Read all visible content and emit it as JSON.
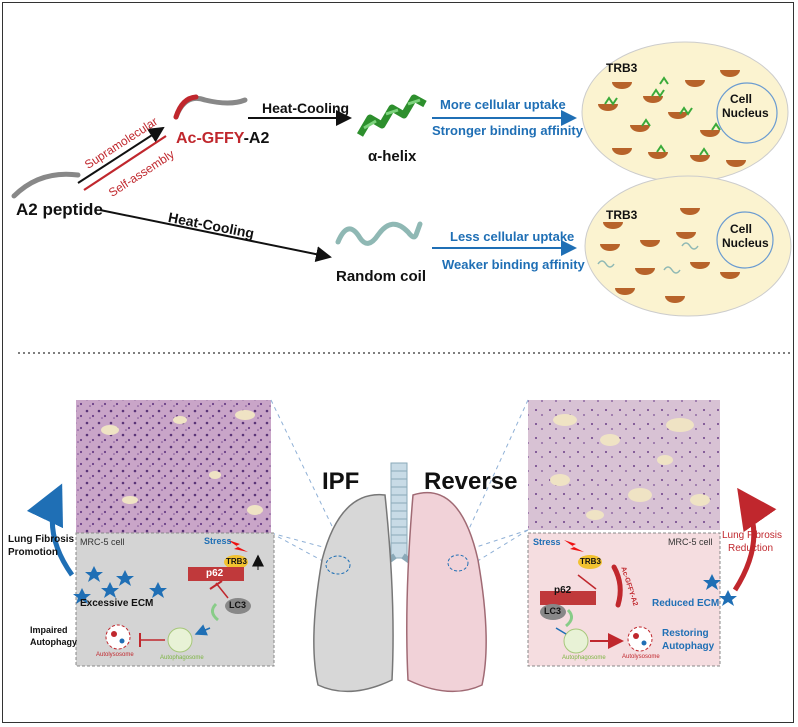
{
  "top": {
    "a2_peptide": "A2 peptide",
    "supramolecular": "Supramolecular",
    "self_assembly": "Self-assembly",
    "ac_gffy_prefix": "Ac-GFFY",
    "ac_gffy_suffix": "-A2",
    "heat_cooling_upper": "Heat-Cooling",
    "heat_cooling_lower": "Heat-Cooling",
    "alpha_helix": "α-helix",
    "random_coil": "Random coil",
    "more_uptake": "More cellular uptake",
    "stronger_binding": "Stronger binding affinity",
    "less_uptake": "Less cellular uptake",
    "weaker_binding": "Weaker binding affinity",
    "trb3_upper": "TRB3",
    "trb3_lower": "TRB3",
    "nucleus_upper": [
      "Cell",
      "Nucleus"
    ],
    "nucleus_lower": [
      "Cell",
      "Nucleus"
    ]
  },
  "bottom": {
    "ipf": "IPF",
    "reverse": "Reverse",
    "left_panel": {
      "mrc5": "MRC-5 cell",
      "stress": "Stress",
      "trb3": "TRB3",
      "p62": "p62",
      "lc3": "LC3",
      "excessive_ecm": "Excessive ECM",
      "impaired": [
        "Impaired",
        "Autophagy"
      ],
      "autolysosome": "Autolysosome",
      "autophagosome": "Autophagosome"
    },
    "right_panel": {
      "mrc5": "MRC-5 cell",
      "stress": "Stress",
      "trb3": "TRB3",
      "p62": "p62",
      "lc3": "LC3",
      "ac_gffy_a2": "Ac-GFFY-A2",
      "reduced_ecm": "Reduced ECM",
      "restoring": [
        "Restoring",
        "Autophagy"
      ],
      "autolysosome": "Autolysosome",
      "autophagosome": "Autophagosome"
    },
    "lung_fibrosis_promotion": [
      "Lung Fibrosis",
      "Promotion"
    ],
    "lung_fibrosis_reduction": [
      "Lung Fibrosis",
      "Reduction"
    ]
  },
  "colors": {
    "blue_text": "#1f6fb5",
    "red_text": "#c0272d",
    "cell_fill": "#fbf3d0",
    "left_panel": "#d4d4d4",
    "right_panel": "#f5dde0",
    "helix_green": "#3aaa3a"
  }
}
